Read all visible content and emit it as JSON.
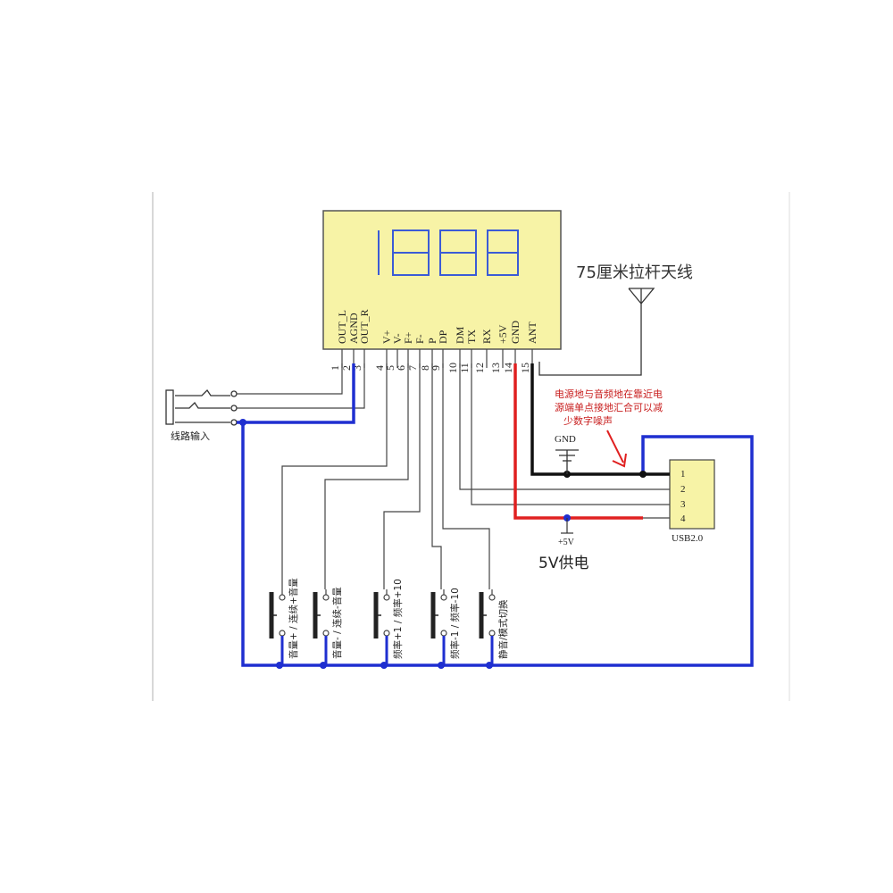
{
  "module": {
    "display_digits": "1888",
    "pins": [
      {
        "num": "1",
        "label": "OUT_L"
      },
      {
        "num": "2",
        "label": "AGND"
      },
      {
        "num": "3",
        "label": "OUT_R"
      },
      {
        "num": "4",
        "label": "V+"
      },
      {
        "num": "5",
        "label": "V-"
      },
      {
        "num": "6",
        "label": "F+"
      },
      {
        "num": "7",
        "label": "F-"
      },
      {
        "num": "8",
        "label": "P"
      },
      {
        "num": "9",
        "label": "DP"
      },
      {
        "num": "10",
        "label": "DM"
      },
      {
        "num": "11",
        "label": "TX"
      },
      {
        "num": "12",
        "label": "RX"
      },
      {
        "num": "13",
        "label": "+5V"
      },
      {
        "num": "14",
        "label": "GND"
      },
      {
        "num": "15",
        "label": "ANT"
      }
    ]
  },
  "antenna_label": "75厘米拉杆天线",
  "line_input_label": "线路输入",
  "ground_note": [
    "电源地与音频地在靠近电",
    "源端单点接地汇合可以减",
    "少数字噪声"
  ],
  "gnd_label": "GND",
  "plus5v_label": "+5V",
  "power_label": "5V供电",
  "usb": {
    "label": "USB2.0",
    "pins": [
      "1",
      "2",
      "3",
      "4"
    ]
  },
  "buttons": [
    {
      "label": "音量+ / 连续+音量"
    },
    {
      "label": "音量- / 连续-音量"
    },
    {
      "label": "频率+1 / 频率+10"
    },
    {
      "label": "频率-1 / 频率-10"
    },
    {
      "label": "静音/模式切换"
    }
  ],
  "colors": {
    "module_fill": "#f7f3a6",
    "segment": "#3b5bd6",
    "wire_blue": "#1f2fd0",
    "wire_red": "#e02020",
    "wire_black": "#111111",
    "annotation_red": "#c81e1e"
  }
}
